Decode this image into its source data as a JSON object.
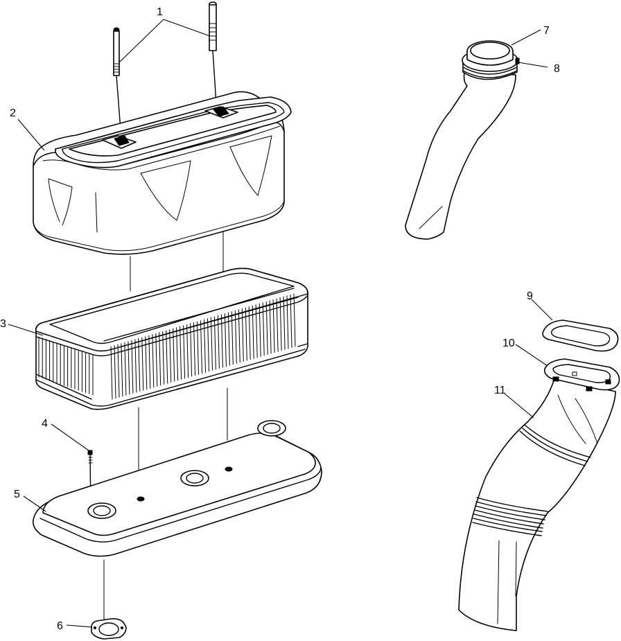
{
  "callouts": [
    {
      "id": "1",
      "text": "1"
    },
    {
      "id": "2",
      "text": "2"
    },
    {
      "id": "3",
      "text": "3"
    },
    {
      "id": "4",
      "text": "4"
    },
    {
      "id": "5",
      "text": "5"
    },
    {
      "id": "6",
      "text": "6"
    },
    {
      "id": "7",
      "text": "7"
    },
    {
      "id": "8",
      "text": "8"
    },
    {
      "id": "9",
      "text": "9"
    },
    {
      "id": "10",
      "text": "10"
    },
    {
      "id": "11",
      "text": "11"
    }
  ],
  "colors": {
    "line": "#000000",
    "background": "#ffffff"
  }
}
